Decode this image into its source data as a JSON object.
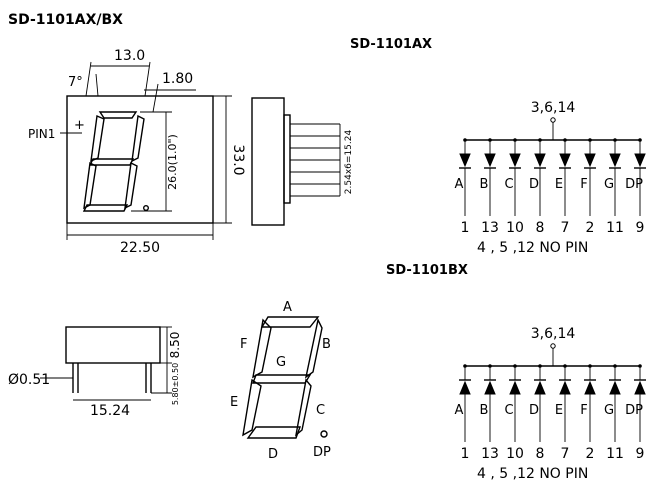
{
  "titles": {
    "main": "SD-1101AX/BX",
    "ax": "SD-1101AX",
    "bx": "SD-1101BX"
  },
  "front_view": {
    "dim_top": "13.0",
    "dim_slant": "7°",
    "dim_seg_width": "1.80",
    "pin1": "PIN1",
    "plus": "+",
    "dim_height_total": "33.0",
    "dim_digit_height": "26.0(1.0\")",
    "dim_width": "22.50"
  },
  "side_view": {
    "dim_pins": "2.54x6=15.24"
  },
  "bottom_view": {
    "dim_thickness": "8.50",
    "dim_pin_length": "5.80±0.50",
    "dim_pin_dia": "Ø0.51",
    "dim_pin_span": "15.24"
  },
  "segment_diagram": {
    "a": "A",
    "b": "B",
    "c": "C",
    "d": "D",
    "e": "E",
    "f": "F",
    "g": "G",
    "dp": "DP"
  },
  "ax_schematic": {
    "common": "3,6,14",
    "segments": [
      "A",
      "B",
      "C",
      "D",
      "E",
      "F",
      "G",
      "DP"
    ],
    "pins": [
      "1",
      "13",
      "10",
      "8",
      "7",
      "2",
      "11",
      "9"
    ],
    "nc": "4 , 5 ,12 NO PIN"
  },
  "bx_schematic": {
    "common": "3,6,14",
    "segments": [
      "A",
      "B",
      "C",
      "D",
      "E",
      "F",
      "G",
      "DP"
    ],
    "pins": [
      "1",
      "13",
      "10",
      "8",
      "7",
      "2",
      "11",
      "9"
    ],
    "nc": "4 , 5 ,12 NO PIN"
  }
}
